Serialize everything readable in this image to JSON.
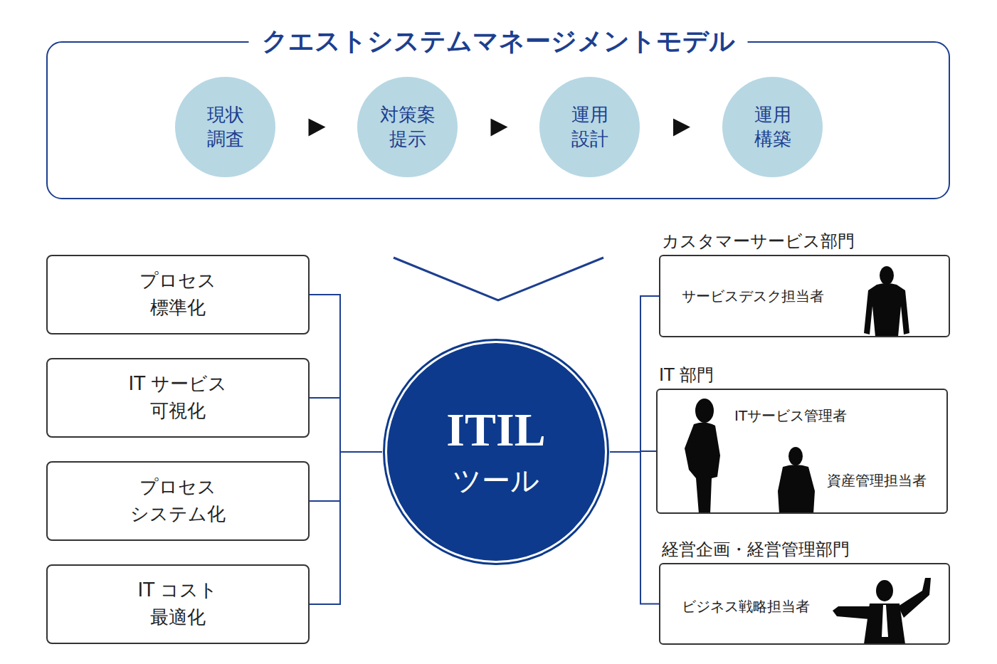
{
  "diagram": {
    "nodes": [
      {
        "text": [
          "クエストシステムマネージメントモデル"
        ]
      },
      {
        "text": [
          "現状 調査"
        ],
        "in": 0
      },
      {
        "text": [
          "対策案 提示"
        ],
        "in": 0
      },
      {
        "text": [
          "運用 設計"
        ],
        "in": 0
      },
      {
        "text": [
          "運用 構築"
        ],
        "in": 0
      },
      {
        "text": [
          "プロセス 標準化"
        ]
      },
      {
        "text": [
          "IT サービス 可視化"
        ]
      },
      {
        "text": [
          "プロセス システム化"
        ]
      },
      {
        "text": [
          "IT コスト 最適化"
        ]
      },
      {
        "text": [
          "ITIL",
          "ツール"
        ]
      },
      {
        "text": [
          "カスタマーサービス部門",
          "サービスデスク担当者"
        ]
      },
      {
        "text": [
          "IT 部門",
          "ITサービス管理者",
          "資産管理担当者"
        ]
      },
      {
        "text": [
          "経営企画・経営管理部門",
          "ビジネス戦略担当者"
        ]
      }
    ],
    "edges": [
      {
        "from": 1,
        "to": 2,
        "arrow": "to"
      },
      {
        "from": 2,
        "to": 3,
        "arrow": "to"
      },
      {
        "from": 3,
        "to": 4,
        "arrow": "to"
      },
      {
        "from": 5,
        "to": 9,
        "arrow": "none"
      },
      {
        "from": 6,
        "to": 9,
        "arrow": "none"
      },
      {
        "from": 7,
        "to": 9,
        "arrow": "none"
      },
      {
        "from": 8,
        "to": 9,
        "arrow": "none"
      },
      {
        "from": 9,
        "to": 10,
        "arrow": "none"
      },
      {
        "from": 9,
        "to": 11,
        "arrow": "none"
      },
      {
        "from": 9,
        "to": 12,
        "arrow": "none"
      }
    ]
  }
}
